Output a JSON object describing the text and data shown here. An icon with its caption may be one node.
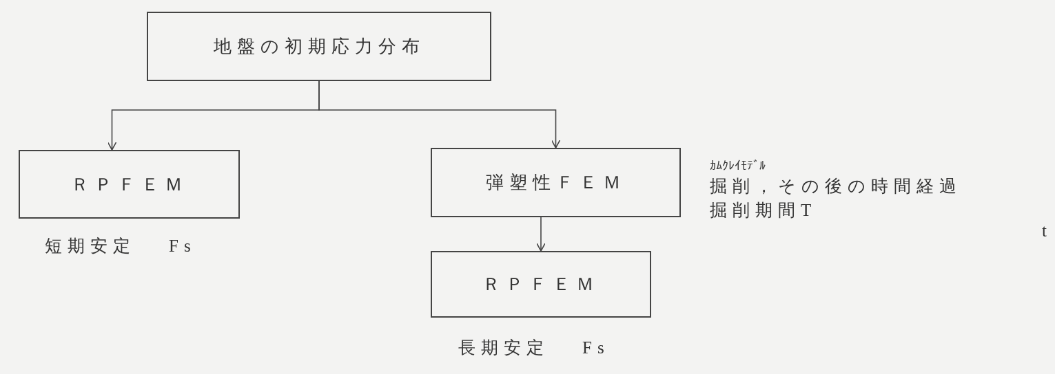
{
  "diagram": {
    "nodes": [
      {
        "text": [
          "地盤の初期応力分布"
        ]
      },
      {
        "text": [
          "ＲＰＦＥＭ"
        ],
        "beside": [
          "短期安定",
          "Fs"
        ]
      },
      {
        "text": [
          "弾塑性ＦＥＭ"
        ],
        "beside": [
          "ｶﾑｸﾚｲﾓﾃﾞﾙ",
          "掘削，その後の時間経過",
          "掘削期間T"
        ]
      },
      {
        "text": [
          "ＲＰＦＥＭ"
        ],
        "beside": [
          "長期安定",
          "Fs"
        ]
      }
    ],
    "edges": [
      {
        "from": 0,
        "to": 1,
        "arrow": "to"
      },
      {
        "from": 0,
        "to": 2,
        "arrow": "to"
      },
      {
        "from": 2,
        "to": 3,
        "arrow": "to"
      }
    ],
    "labels": [
      "t"
    ]
  }
}
